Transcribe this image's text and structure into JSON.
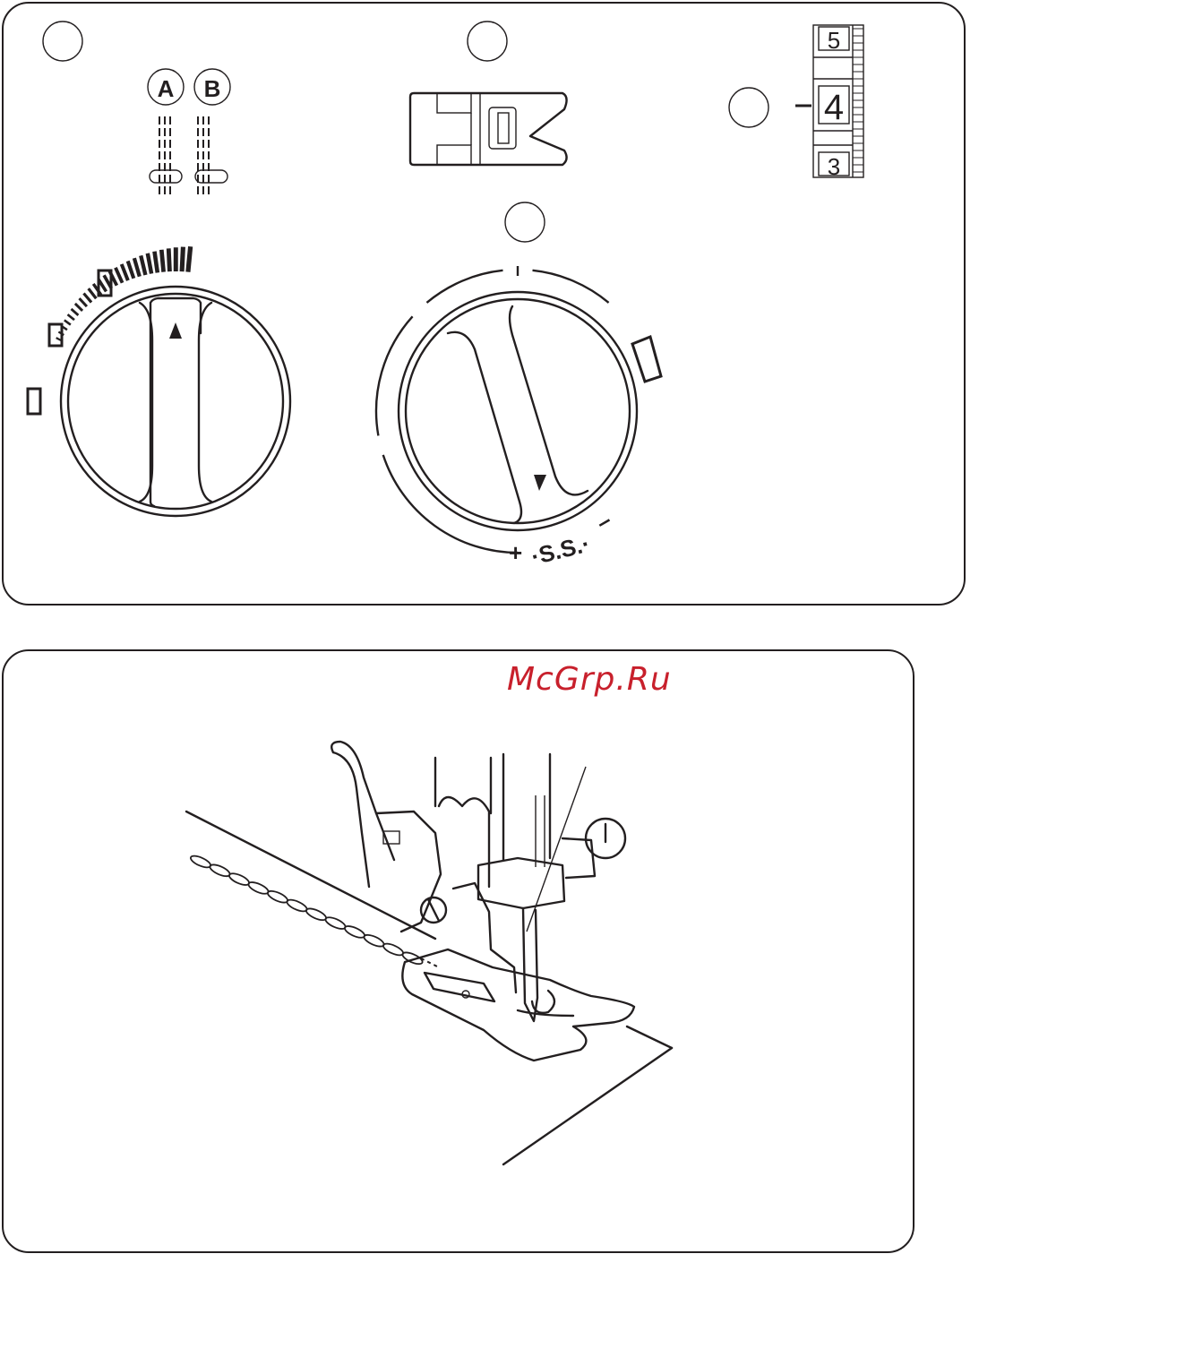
{
  "watermark": {
    "text": "McGrp.Ru",
    "color": "#c8202c"
  },
  "top_panel": {
    "callouts": [
      "",
      "",
      "",
      ""
    ],
    "tension_modes": [
      "A",
      "B"
    ],
    "tension_scale": {
      "numbers": [
        "5",
        "4",
        "3"
      ]
    },
    "stitch_dial": {
      "plus": "+",
      "ss": "·S.S.·",
      "minus": "–"
    }
  },
  "colors": {
    "ink": "#231f20",
    "paper": "#ffffff"
  },
  "icons": [
    "circle-callout",
    "zigzag-presser-foot-icon",
    "stitch-length-dial",
    "stitch-width-dial",
    "tension-scale"
  ]
}
